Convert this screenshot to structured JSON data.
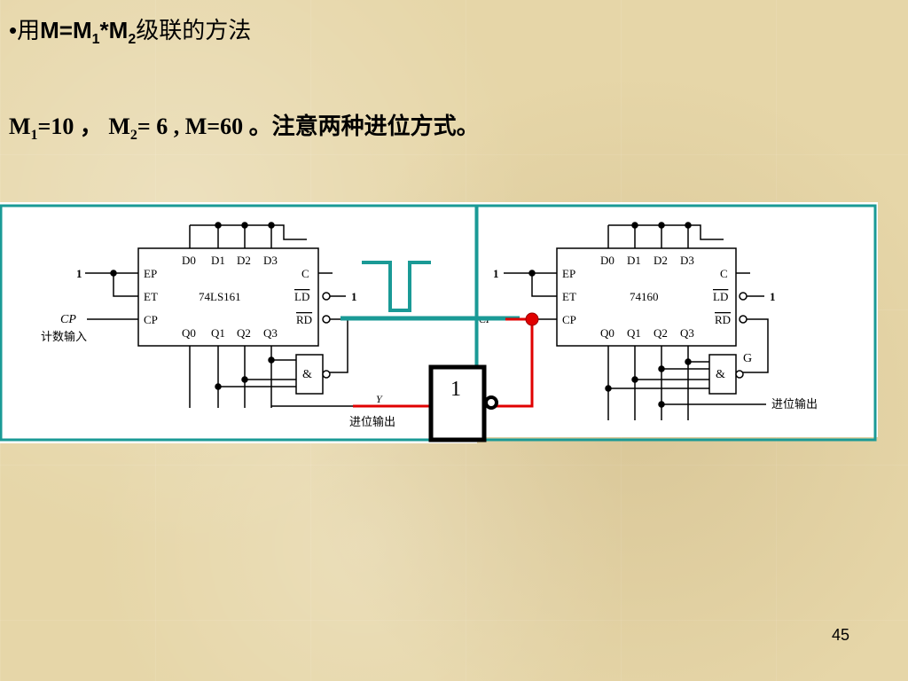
{
  "header": {
    "bullet": "•",
    "prefix": "用",
    "formula_m": "M=M",
    "sub1": "1",
    "star_m": "*M",
    "sub2": "2",
    "suffix": "级联的方法"
  },
  "subtitle": {
    "m1_label": "M",
    "m1_sub": "1",
    "m1_val": "=10 ，",
    "m2_label": " M",
    "m2_sub": "2",
    "m2_val": "= 6 , M=60 。注意两种进位方式。"
  },
  "left_chip": {
    "name": "74LS161",
    "pins_left": [
      "EP",
      "ET",
      "CP"
    ],
    "pins_right": [
      "C",
      "LD",
      "RD"
    ],
    "pins_top": [
      "D0",
      "D1",
      "D2",
      "D3"
    ],
    "pins_bottom": [
      "Q0",
      "Q1",
      "Q2",
      "Q3"
    ],
    "input_one_ep": "1",
    "input_one_ld": "1",
    "cp_label": "CP",
    "cp_caption": "计数输入",
    "gate_label": "&",
    "y_label": "Y",
    "carry_label": "进位输出"
  },
  "right_chip": {
    "name": "74160",
    "pins_left": [
      "EP",
      "ET",
      "CP"
    ],
    "pins_right": [
      "C",
      "LD",
      "RD"
    ],
    "pins_top": [
      "D0",
      "D1",
      "D2",
      "D3"
    ],
    "pins_bottom": [
      "Q0",
      "Q1",
      "Q2",
      "Q3"
    ],
    "input_one_ep": "1",
    "input_one_ld": "1",
    "cp_label": "CP",
    "gate_label": "&",
    "gate_name": "G",
    "carry_label": "进位输出"
  },
  "inverter": {
    "label": "1"
  },
  "colors": {
    "frame": "#1a9a96",
    "wire_red": "#e00000",
    "pulse": "#1a9a96"
  },
  "page_number": "45"
}
